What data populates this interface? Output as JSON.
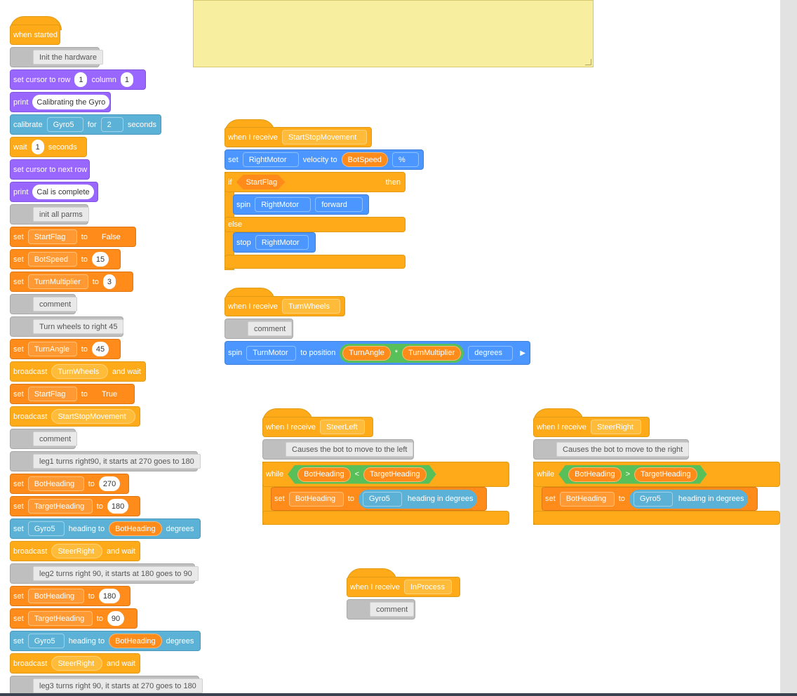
{
  "colors": {
    "events": "#ffab19",
    "looks": "#9966ff",
    "sensing": "#5cb1d6",
    "motion": "#4c97ff",
    "variables": "#ff8c1a",
    "comment": "#bfbfbf",
    "operator": "#59c059",
    "note": "#f8ee9f"
  },
  "main": {
    "when_started": "when started",
    "init_hw": "Init the hardware",
    "set_cursor": "set cursor to row",
    "row_val": "1",
    "column": "column",
    "col_val": "1",
    "print": "print",
    "print1": "Calibrating the Gyro",
    "calibrate": "calibrate",
    "gyro": "Gyro5",
    "for": "for",
    "cal_secs": "2",
    "seconds": "seconds",
    "wait": "wait",
    "wait_val": "1",
    "next_row": "set cursor to next row",
    "print2": "Cal is complete",
    "init_parms": "init all parms",
    "set": "set",
    "to": "to",
    "startflag": "StartFlag",
    "false": "False",
    "true": "True",
    "botspeed": "BotSpeed",
    "botspeed_val": "15",
    "turnmult": "TurnMultiplier",
    "turnmult_val": "3",
    "comment": "comment",
    "turn_right_45": "Turn wheels to right 45",
    "turnangle": "TurnAngle",
    "turnangle_val": "45",
    "broadcast": "broadcast",
    "turnwheels": "TurnWheels",
    "and_wait": "and wait",
    "startstop": "StartStopMovement",
    "leg1": "leg1 turns right90, it starts at 270 goes to 180",
    "botheading": "BotHeading",
    "targetheading": "TargetHeading",
    "v270": "270",
    "v180": "180",
    "v90": "90",
    "heading_to": "heading to",
    "degrees": "degrees",
    "steerright": "SteerRight",
    "leg2": "leg2 turns right 90, it starts at 180 goes to 90",
    "leg3": "leg3 turns right 90, it starts at 270 goes to 180"
  },
  "recv1": {
    "when_receive": "when I receive",
    "msg": "StartStopMovement",
    "set": "set",
    "motor": "RightMotor",
    "velocity_to": "velocity to",
    "speed": "BotSpeed",
    "percent": "%",
    "if": "if",
    "cond": "StartFlag",
    "then": "then",
    "spin": "spin",
    "forward": "forward",
    "else": "else",
    "stop": "stop"
  },
  "recv2": {
    "when_receive": "when I receive",
    "msg": "TurnWheels",
    "comment": "comment",
    "spin": "spin",
    "motor": "TurnMotor",
    "to_position": "to position",
    "angle": "TurnAngle",
    "times": "*",
    "mult": "TurnMultiplier",
    "degrees": "degrees"
  },
  "recv3": {
    "when_receive": "when I receive",
    "msg": "SteerLeft",
    "desc": "Causes the bot to move to the left",
    "while": "while",
    "lhs": "BotHeading",
    "op": "<",
    "rhs": "TargetHeading",
    "set": "set",
    "var": "BotHeading",
    "to": "to",
    "gyro": "Gyro5",
    "heading_deg": "heading in degrees"
  },
  "recv4": {
    "when_receive": "when I receive",
    "msg": "SteerRight",
    "desc": "Causes the bot to move to the right",
    "while": "while",
    "lhs": "BotHeading",
    "op": ">",
    "rhs": "TargetHeading",
    "set": "set",
    "var": "BotHeading",
    "to": "to",
    "gyro": "Gyro5",
    "heading_deg": "heading in degrees"
  },
  "recv5": {
    "when_receive": "when I receive",
    "msg": "InProcess",
    "comment": "comment"
  }
}
